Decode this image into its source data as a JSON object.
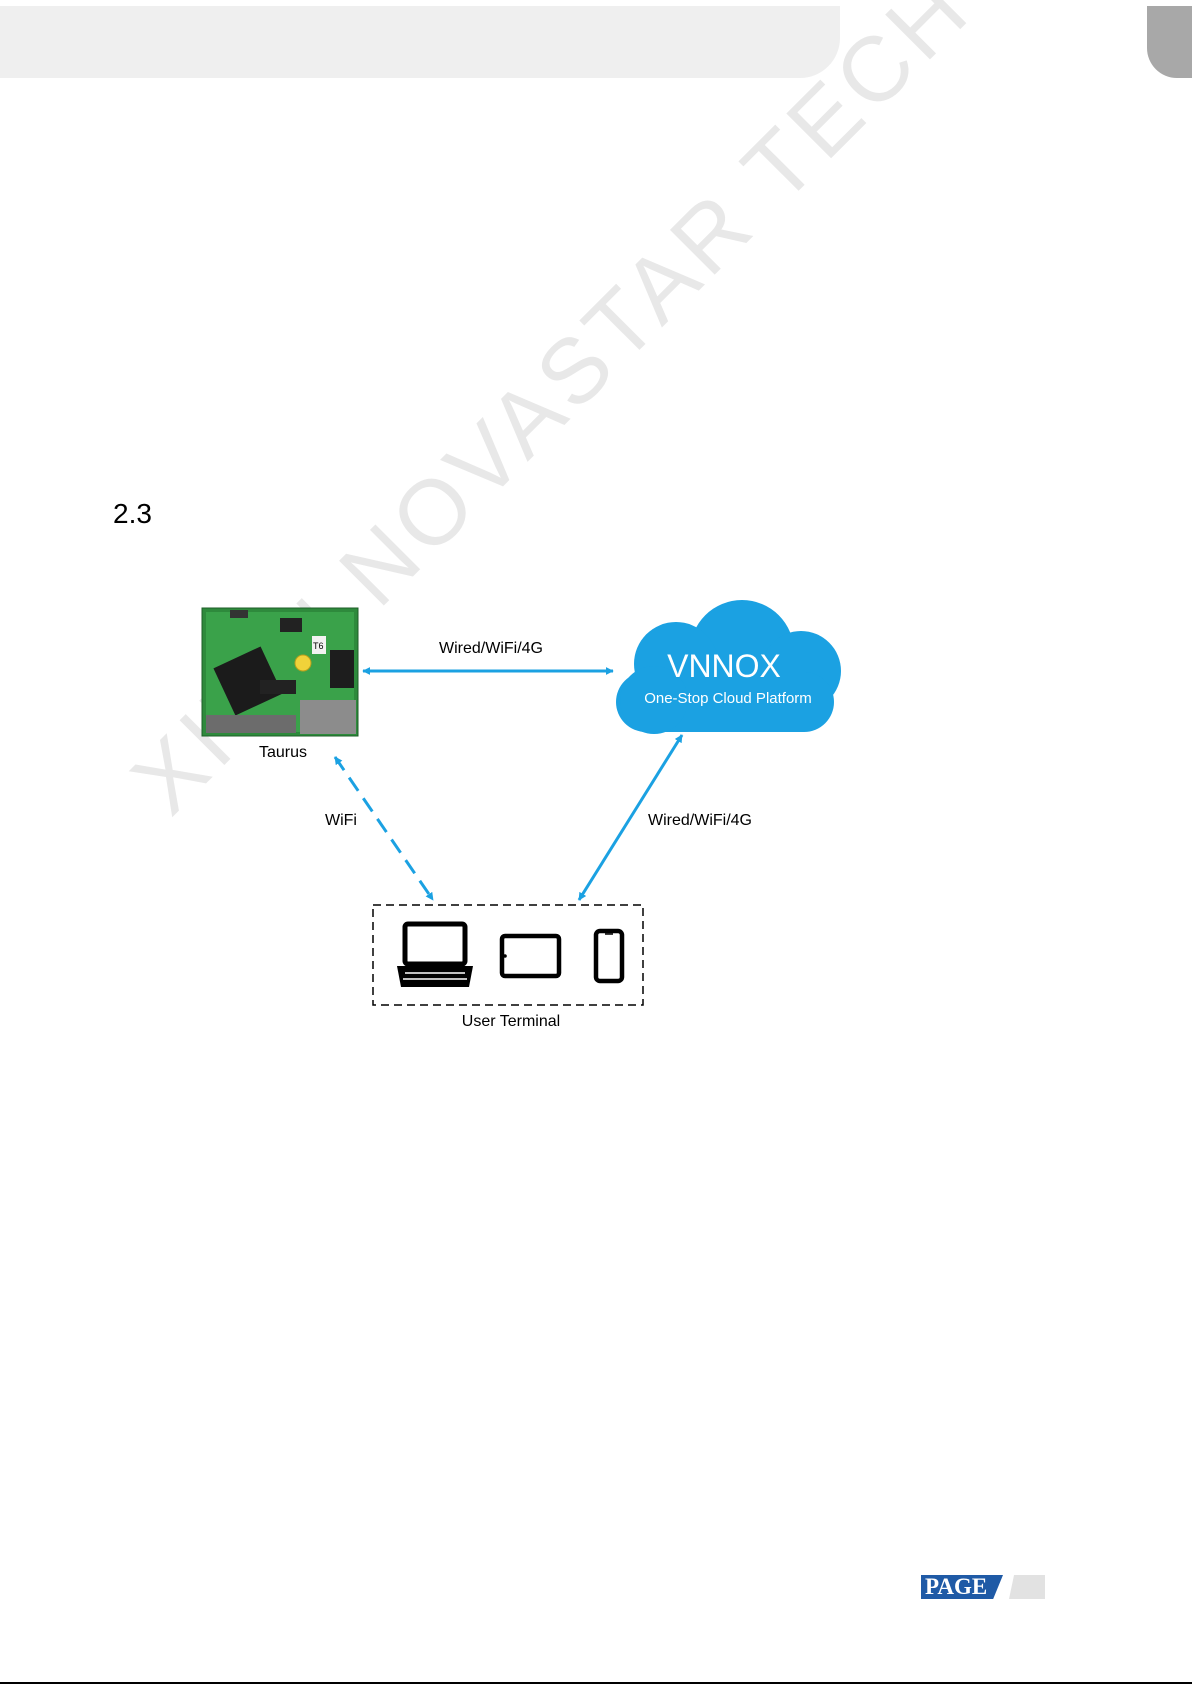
{
  "section": {
    "number": "2.3"
  },
  "watermark": {
    "text": "XI'AN NOVASTAR TECH CO., LTD."
  },
  "diagram": {
    "nodes": {
      "controller": {
        "label": "Taurus",
        "board_mark": "T6"
      },
      "cloud": {
        "title": "VNNOX",
        "subtitle": "One-Stop Cloud Platform",
        "color": "#1ba1e2"
      },
      "terminals": {
        "label": "User Terminal",
        "devices": [
          "laptop-icon",
          "tablet-icon",
          "smartphone-icon"
        ]
      }
    },
    "links": {
      "controller_cloud": {
        "label": "Wired/WiFi/4G",
        "style": "solid"
      },
      "controller_terminal": {
        "label": "WiFi",
        "style": "dashed"
      },
      "cloud_terminal": {
        "label": "Wired/WiFi/4G",
        "style": "solid"
      }
    },
    "arrow_color": "#1ba1e2"
  },
  "footer": {
    "page_label": "PAGE"
  }
}
